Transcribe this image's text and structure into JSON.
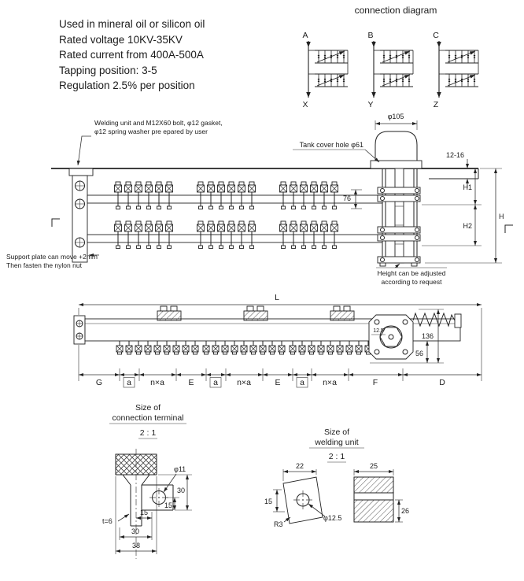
{
  "specs": {
    "lines": [
      "Used in mineral oil or silicon oil",
      "Rated voltage 10KV-35KV",
      "Rated current from 400A-500A",
      "Tapping position: 3-5",
      "Regulation 2.5% per position"
    ]
  },
  "connection": {
    "title": "connection diagram",
    "top_labels": [
      "A",
      "B",
      "C"
    ],
    "bottom_labels": [
      "X",
      "Y",
      "Z"
    ]
  },
  "side_view": {
    "welding_note_line1": "Welding unit and M12X60 bolt, φ12 gasket,",
    "welding_note_line2": "φ12 spring washer pre epared by user",
    "tank_cover_label": "Tank cover hole φ61",
    "support_note_line1": "Support plate can move +2mm",
    "support_note_line2": "Then fasten the nylon nut",
    "height_note_line1": "Height can be adjusted",
    "height_note_line2": "according to request",
    "dims": {
      "cap_diameter": "φ105",
      "cover_thickness": "12-16",
      "h1": "H1",
      "h2": "H2",
      "h": "H",
      "row_spacing": "76"
    }
  },
  "top_view": {
    "dims": {
      "total_length": "L",
      "g": "G",
      "a": "a",
      "nxa": "n×a",
      "e": "E",
      "f": "F",
      "d": "D",
      "drive_height": "136",
      "drive_half": "56",
      "shaft_square": "12.5"
    }
  },
  "terminal_detail": {
    "title_line1": "Size of",
    "title_line2": "connection terminal",
    "scale": "2 : 1",
    "dims": {
      "hole": "φ11",
      "right_30": "30",
      "right_15": "15",
      "thickness": "t=6",
      "bottom_15": "15",
      "bottom_30": "30",
      "bottom_38": "38"
    }
  },
  "welding_detail": {
    "title_line1": "Size of",
    "title_line2": "welding unit",
    "scale": "2 : 1",
    "dims": {
      "width": "22",
      "section_width": "25",
      "height": "15",
      "radius": "R3",
      "hole": "φ12.5",
      "section_height": "26"
    }
  }
}
